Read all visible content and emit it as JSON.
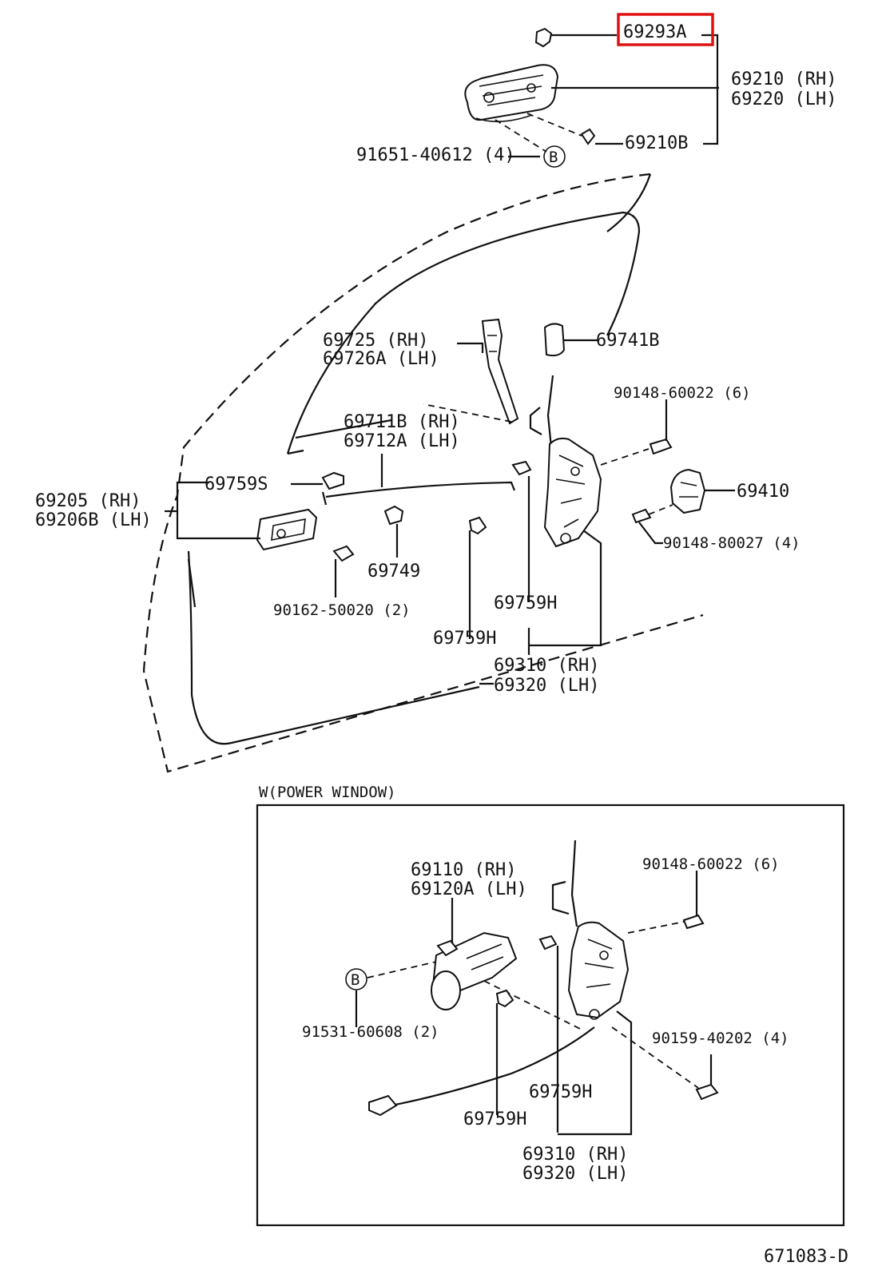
{
  "labels": {
    "p69293A": "69293A",
    "p69210": "69210 (RH)",
    "p69220": "69220 (LH)",
    "p69210B": "69210B",
    "p91651": "91651-40612 (4)",
    "bMark": "B",
    "p69725": "69725  (RH)",
    "p69726A": "69726A (LH)",
    "p69741B": "69741B",
    "p90148a": "90148-60022 (6)",
    "p69711B": "69711B (RH)",
    "p69712A": "69712A (LH)",
    "p69205": "69205  (RH)",
    "p69206B": "69206B (LH)",
    "p69759S": "69759S",
    "p69410": "69410",
    "p90148b": "90148-80027 (4)",
    "p69749": "69749",
    "p90162": "90162-50020 (2)",
    "p69759H_a": "69759H",
    "p69759H_b": "69759H",
    "p69310": "69310 (RH)",
    "p69320": "69320 (LH)"
  },
  "inset": {
    "title": "W(POWER WINDOW)",
    "p69110": "69110  (RH)",
    "p69120A": "69120A (LH)",
    "p90148": "90148-60022 (6)",
    "bMark": "B",
    "p91531": "91531-60608 (2)",
    "p90159": "90159-40202 (4)",
    "p69759H_a": "69759H",
    "p69759H_b": "69759H",
    "p69310": "69310 (RH)",
    "p69320": "69320 (LH)"
  },
  "diagram_id": "671083-D",
  "highlight_color": "#e01010"
}
